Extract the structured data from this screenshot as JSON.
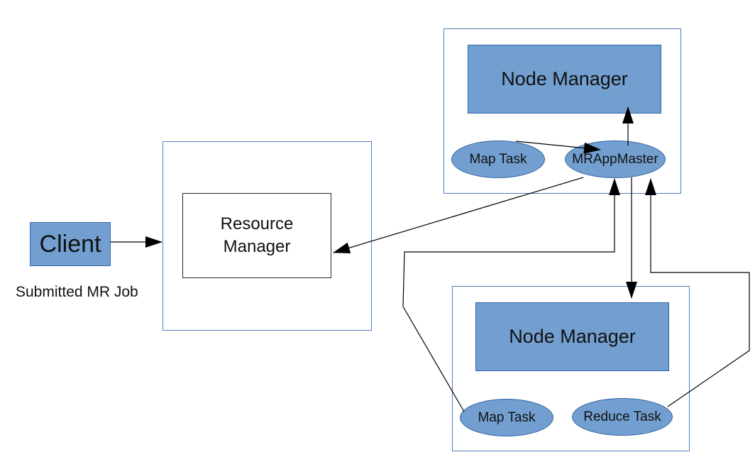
{
  "client": {
    "label": "Client",
    "caption": "Submitted MR Job"
  },
  "resource_manager": {
    "line1": "Resource",
    "line2": "Manager"
  },
  "node_top": {
    "title": "Node Manager",
    "map_task": "Map Task",
    "app_master": "MRAppMaster"
  },
  "node_bottom": {
    "title": "Node Manager",
    "map_task": "Map Task",
    "reduce_task": "Reduce Task"
  },
  "colors": {
    "fill": "#729fcf",
    "outline": "#3465a4",
    "frame": "#4f81bd"
  }
}
